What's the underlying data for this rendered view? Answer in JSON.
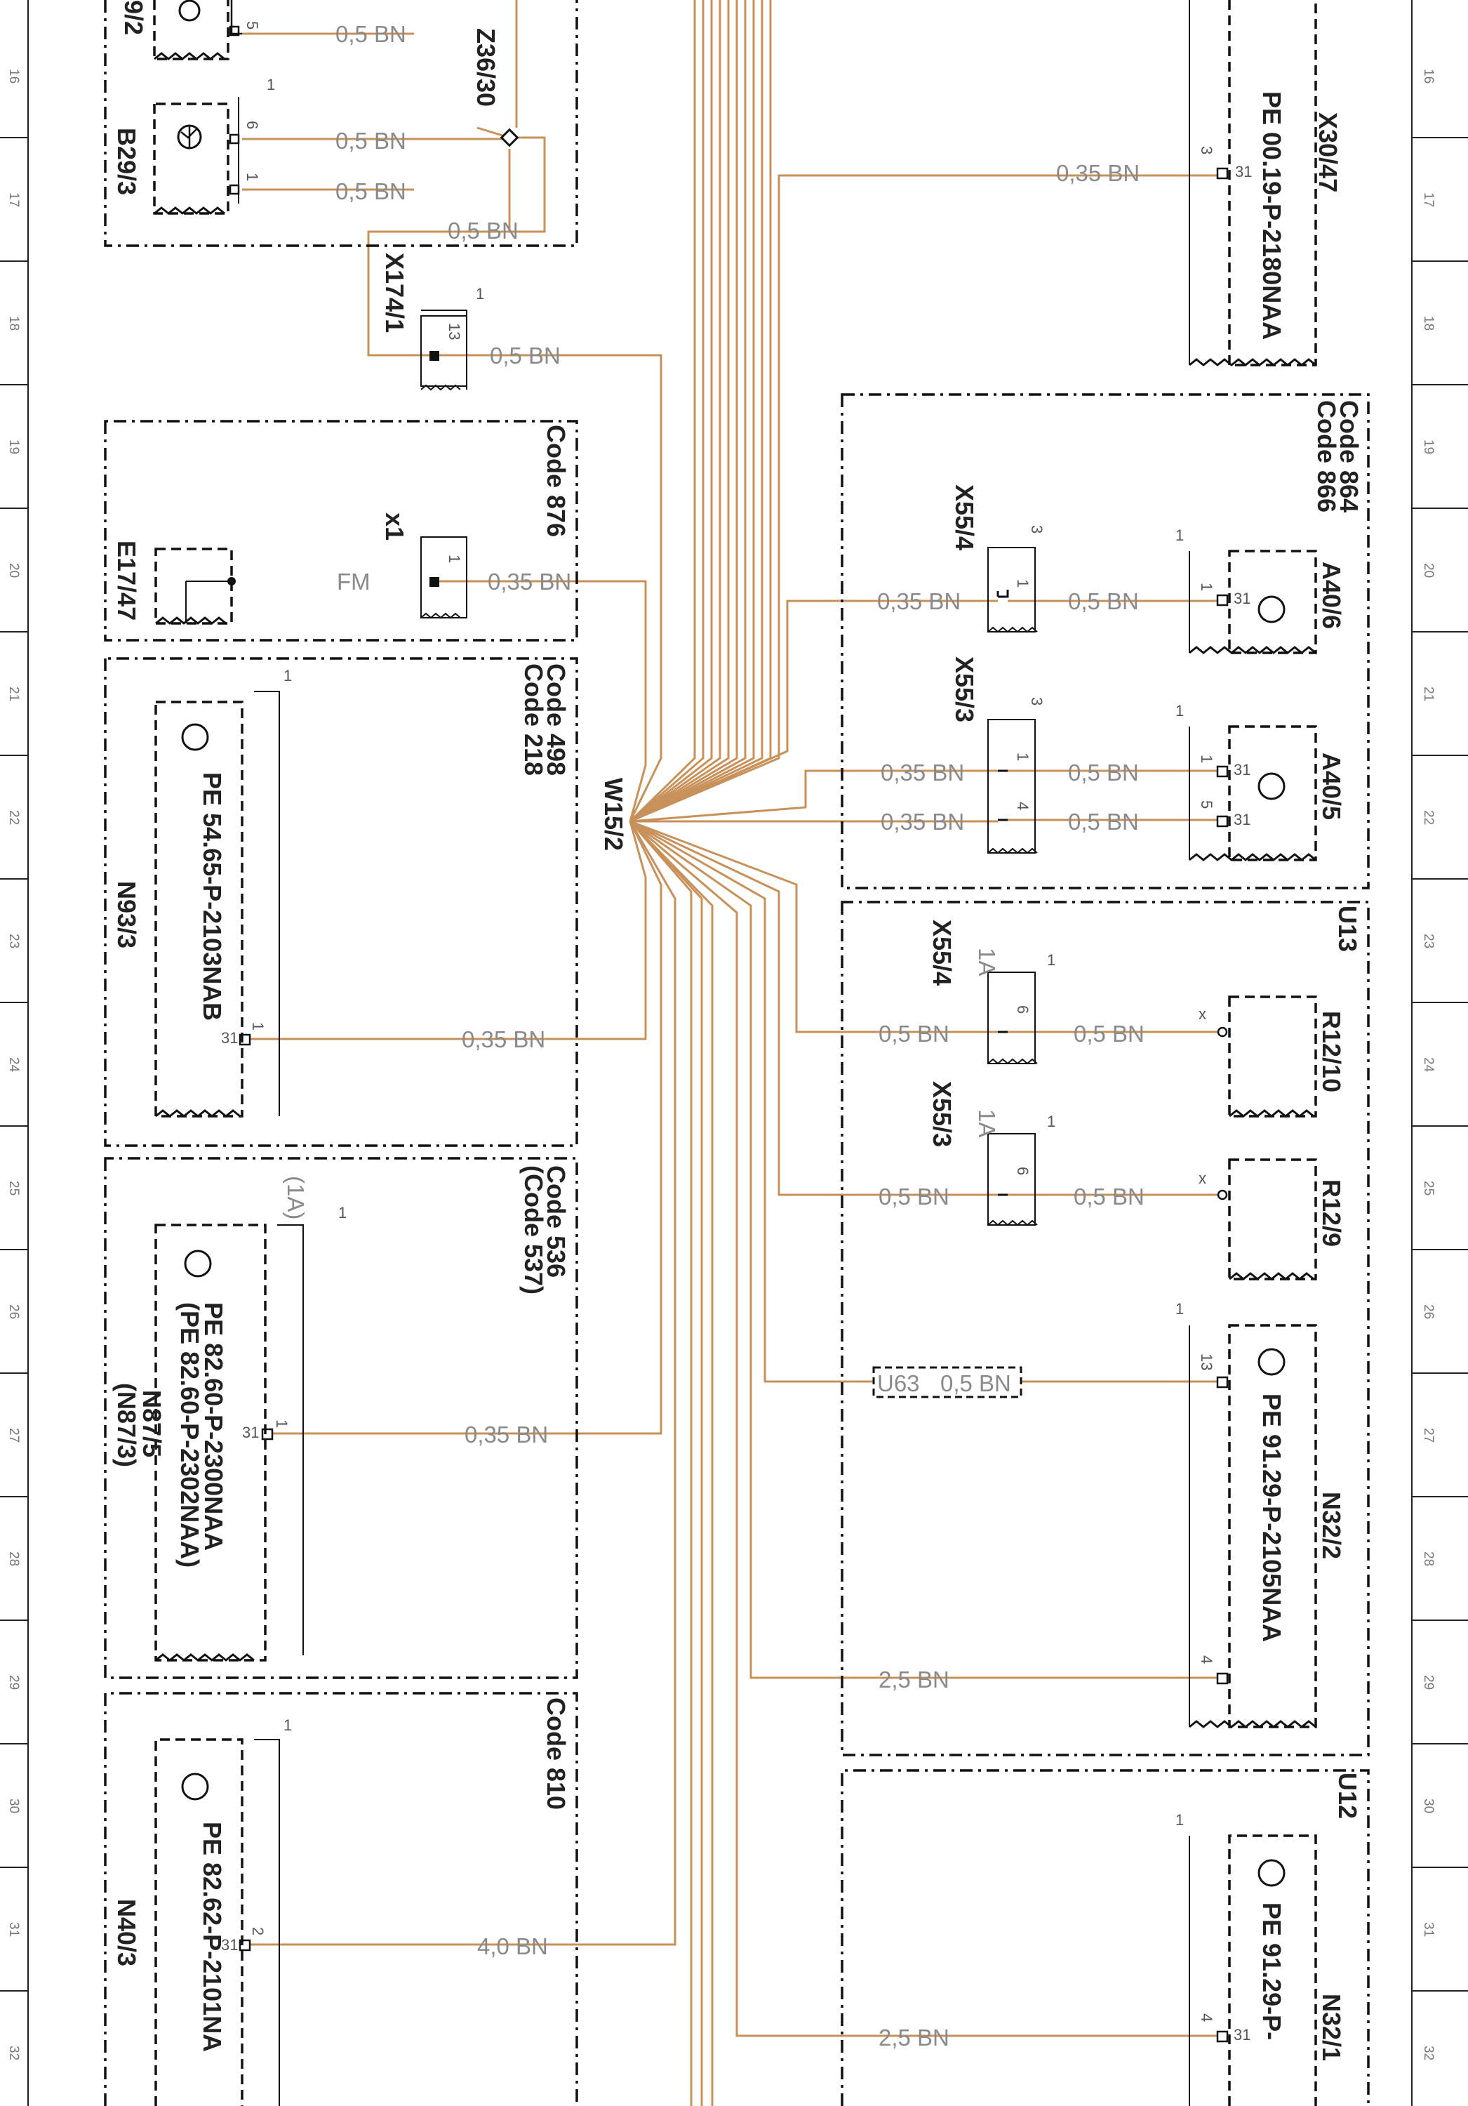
{
  "wire_color": "#c8915a",
  "grid_rows": [
    "16",
    "17",
    "18",
    "19",
    "20",
    "21",
    "22",
    "23",
    "24",
    "25",
    "26",
    "27",
    "28",
    "29",
    "30",
    "31",
    "32"
  ],
  "splice": "W15/2",
  "left_column": {
    "b29_2": {
      "id": "9/2",
      "pin": "5",
      "wire": "0,5 BN"
    },
    "b29_3": {
      "id": "B29/3",
      "pins": [
        "6",
        "1"
      ],
      "wires": [
        "0,5 BN",
        "0,5 BN"
      ],
      "conn_pin": "1"
    },
    "z36_30": {
      "id": "Z36/30",
      "wire": "0,5 BN"
    },
    "x174_1": {
      "id": "X174/1",
      "pin": "13",
      "conn_pin": "1",
      "wire": "0,5 BN"
    },
    "e17_47": {
      "id": "E17/47",
      "code": "Code 876",
      "conn": "x1",
      "pin": "1",
      "fm": "FM",
      "wire": "0,35 BN"
    },
    "n93_3": {
      "id": "N93/3",
      "codes": [
        "Code 498",
        "Code 218"
      ],
      "pe": "PE 54.65-P-2103NAB",
      "pin": "1",
      "ground": "31",
      "conn_pin": "1",
      "wire": "0,35 BN"
    },
    "n87_5": {
      "id": "N87/5",
      "alt_id": "(N87/3)",
      "codes": [
        "Code 536",
        "(Code 537)"
      ],
      "pe": "PE 82.60-P-2300NAA",
      "pe_alt": "(PE 82.60-P-2302NAA)",
      "pin": "1",
      "ground": "31",
      "conn_pin": "1",
      "conn_alt": "(1A)",
      "wire": "0,35 BN"
    },
    "n40_3": {
      "id": "N40/3",
      "code": "Code 810",
      "pe": "PE 82.62-P-2101NA",
      "pin": "2",
      "ground": "31",
      "conn_pin": "1",
      "wire": "4,0 BN"
    }
  },
  "right_column": {
    "x30_47": {
      "id": "X30/47",
      "pe": "PE 00.19-P-2180NAA",
      "pin": "3",
      "ground": "31",
      "wire": "0,35 BN"
    },
    "group1": {
      "codes": [
        "Code 864",
        "Code 866"
      ]
    },
    "x55_4_a": {
      "id": "X55/4",
      "conn_pin": "3",
      "pin": "1",
      "wire_in": "0,35 BN",
      "wire_out": "0,5 BN"
    },
    "a40_6": {
      "id": "A40/6",
      "conn_pin": "1",
      "pin": "1",
      "ground": "31"
    },
    "x55_3_a": {
      "id": "X55/3",
      "conn_pin": "3",
      "pins": [
        "1",
        "4"
      ],
      "wires_in": [
        "0,35 BN",
        "0,35 BN"
      ],
      "wires_out": [
        "0,5 BN",
        "0,5 BN"
      ]
    },
    "a40_5": {
      "id": "A40/5",
      "conn_pin": "1",
      "pins": [
        "1",
        "5"
      ],
      "grounds": [
        "31",
        "31"
      ]
    },
    "u13": {
      "label": "U13"
    },
    "x55_4_b": {
      "id": "X55/4",
      "conn_pin": "1",
      "alt": "1A",
      "pin": "6",
      "wire_in": "0,5 BN",
      "wire_out": "0,5 BN"
    },
    "r12_10": {
      "id": "R12/10",
      "x": "x"
    },
    "x55_3_b": {
      "id": "X55/3",
      "conn_pin": "1",
      "alt": "1A",
      "pin": "6",
      "wire_in": "0,5 BN",
      "wire_out": "0,5 BN"
    },
    "r12_9": {
      "id": "R12/9",
      "x": "x"
    },
    "u63": {
      "label": "U63",
      "wire": "0,5 BN"
    },
    "n32_2": {
      "id": "N32/2",
      "pe": "PE 91.29-P-2105NAA",
      "conn_pin": "1",
      "pins": [
        "13",
        "4"
      ],
      "wire2": "2,5 BN"
    },
    "u12": {
      "label": "U12"
    },
    "n32_1": {
      "id": "N32/1",
      "pe": "PE 91.29-P-",
      "conn_pin": "1",
      "pin": "4",
      "ground": "31",
      "wire": "2,5 BN"
    }
  }
}
